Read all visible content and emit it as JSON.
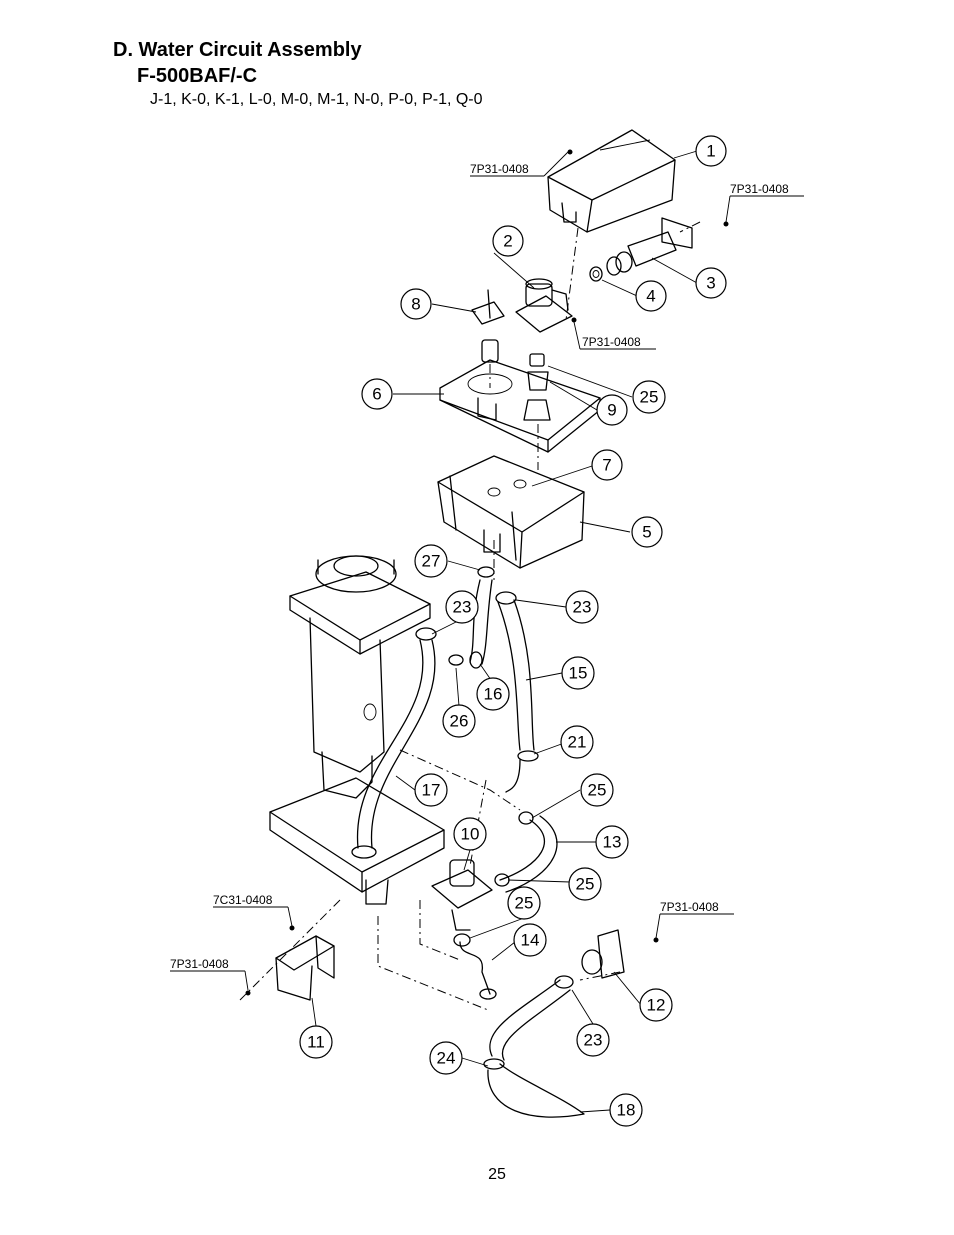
{
  "header": {
    "title": "D. Water Circuit Assembly",
    "model": "F-500BAF/-C",
    "variants": "J-1, K-0, K-1, L-0, M-0, M-1, N-0, P-0, P-1, Q-0"
  },
  "callouts": [
    "1",
    "2",
    "3",
    "4",
    "5",
    "6",
    "7",
    "8",
    "9",
    "10",
    "11",
    "12",
    "13",
    "14",
    "15",
    "16",
    "17",
    "18",
    "21",
    "23",
    "23",
    "23",
    "24",
    "25",
    "25",
    "25",
    "25",
    "26",
    "27"
  ],
  "references": [
    "7P31-0408",
    "7P31-0408",
    "7P31-0408",
    "7C31-0408",
    "7P31-0408",
    "7P31-0408"
  ],
  "footer": {
    "page_number": "25"
  }
}
